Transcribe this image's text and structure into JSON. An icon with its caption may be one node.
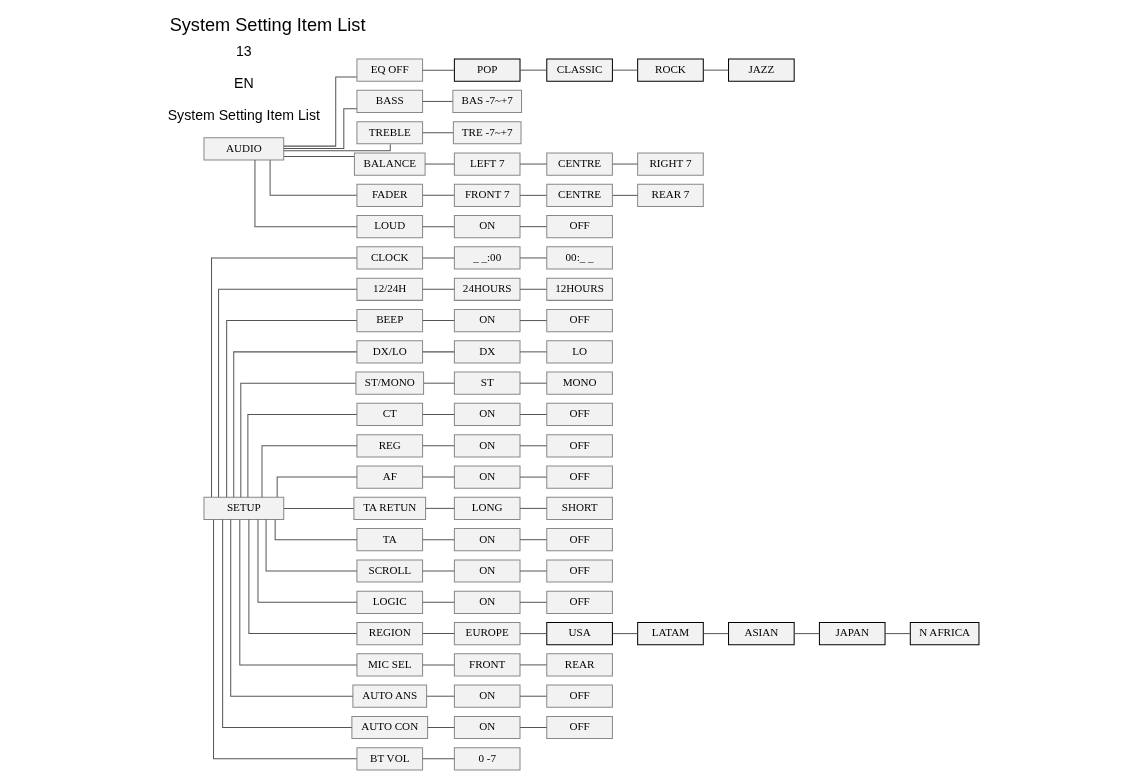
{
  "diagram": {
    "title": "System Setting Item List",
    "nodes": [
      {
        "text": [
          "SETUP"
        ]
      },
      {
        "text": [
          "CLOCK"
        ]
      },
      {
        "text": [
          "_ _:00"
        ]
      },
      {
        "text": [
          "00:_ _"
        ]
      },
      {
        "text": [
          "12/24H"
        ]
      },
      {
        "text": [
          "24HOURS"
        ]
      },
      {
        "text": [
          "12HOURS"
        ]
      },
      {
        "text": [
          "BEEP"
        ]
      },
      {
        "text": [
          "ON"
        ]
      },
      {
        "text": [
          "OFF"
        ]
      },
      {
        "text": [
          "DX/LO"
        ]
      },
      {
        "text": [
          "DX"
        ]
      },
      {
        "text": [
          "LO"
        ]
      },
      {
        "text": [
          "ST/MONO"
        ]
      },
      {
        "text": [
          "ST"
        ]
      },
      {
        "text": [
          "MONO"
        ]
      },
      {
        "text": [
          "CT"
        ]
      },
      {
        "text": [
          "ON"
        ]
      },
      {
        "text": [
          "OFF"
        ]
      },
      {
        "text": [
          "REG"
        ]
      },
      {
        "text": [
          "ON"
        ]
      },
      {
        "text": [
          "OFF"
        ]
      },
      {
        "text": [
          "AF"
        ]
      },
      {
        "text": [
          "ON"
        ]
      },
      {
        "text": [
          "OFF"
        ]
      },
      {
        "text": [
          "TA RETUN"
        ]
      },
      {
        "text": [
          "LONG"
        ]
      },
      {
        "text": [
          "SHORT"
        ]
      },
      {
        "text": [
          "TA"
        ]
      },
      {
        "text": [
          "ON"
        ]
      },
      {
        "text": [
          "OFF"
        ]
      },
      {
        "text": [
          "SCROLL"
        ]
      },
      {
        "text": [
          "ON"
        ]
      },
      {
        "text": [
          "OFF"
        ]
      },
      {
        "text": [
          "LOGIC"
        ]
      },
      {
        "text": [
          "ON"
        ]
      },
      {
        "text": [
          "OFF"
        ]
      },
      {
        "text": [
          "REGION"
        ]
      },
      {
        "text": [
          "EUROPE"
        ]
      },
      {
        "text": [
          "USA"
        ]
      },
      {
        "text": [
          "LATAM"
        ]
      },
      {
        "text": [
          "ASIAN"
        ]
      },
      {
        "text": [
          "JAPAN"
        ]
      },
      {
        "text": [
          "N AFRICA"
        ]
      },
      {
        "text": [
          "MIC SEL"
        ]
      },
      {
        "text": [
          "FRONT"
        ]
      },
      {
        "text": [
          "REAR"
        ]
      },
      {
        "text": [
          "AUTO ANS"
        ]
      },
      {
        "text": [
          "ON"
        ]
      },
      {
        "text": [
          "OFF"
        ]
      },
      {
        "text": [
          "AUTO CON"
        ]
      },
      {
        "text": [
          "ON"
        ]
      },
      {
        "text": [
          "OFF"
        ]
      },
      {
        "text": [
          "BT VOL"
        ]
      },
      {
        "text": [
          "0 -7"
        ]
      },
      {
        "text": [
          "AUDIO"
        ]
      },
      {
        "text": [
          "EQ OFF"
        ]
      },
      {
        "text": [
          "POP"
        ]
      },
      {
        "text": [
          "CLASSIC"
        ]
      },
      {
        "text": [
          "ROCK"
        ]
      },
      {
        "text": [
          "JAZZ"
        ]
      },
      {
        "text": [
          "BASS"
        ]
      },
      {
        "text": [
          "BAS -7~+7"
        ]
      },
      {
        "text": [
          "TREBLE"
        ]
      },
      {
        "text": [
          "TRE -7~+7"
        ]
      },
      {
        "text": [
          "BALANCE"
        ]
      },
      {
        "text": [
          "LEFT 7"
        ]
      },
      {
        "text": [
          "CENTRE"
        ]
      },
      {
        "text": [
          "RIGHT 7"
        ]
      },
      {
        "text": [
          "FADER"
        ]
      },
      {
        "text": [
          "FRONT 7"
        ]
      },
      {
        "text": [
          "CENTRE"
        ]
      },
      {
        "text": [
          "REAR 7"
        ]
      },
      {
        "text": [
          "LOUD"
        ]
      },
      {
        "text": [
          "ON"
        ]
      },
      {
        "text": [
          "OFF"
        ]
      }
    ],
    "edges": [
      {
        "from": 0,
        "to": 1,
        "arrow": "none"
      },
      {
        "from": 1,
        "to": 2,
        "arrow": "none"
      },
      {
        "from": 2,
        "to": 3,
        "arrow": "none"
      },
      {
        "from": 0,
        "to": 4,
        "arrow": "none"
      },
      {
        "from": 4,
        "to": 5,
        "arrow": "none"
      },
      {
        "from": 5,
        "to": 6,
        "arrow": "none"
      },
      {
        "from": 0,
        "to": 7,
        "arrow": "none"
      },
      {
        "from": 7,
        "to": 8,
        "arrow": "none"
      },
      {
        "from": 8,
        "to": 9,
        "arrow": "none"
      },
      {
        "from": 0,
        "to": 10,
        "arrow": "none"
      },
      {
        "from": 10,
        "to": 11,
        "arrow": "none"
      },
      {
        "from": 11,
        "to": 12,
        "arrow": "none"
      },
      {
        "from": 0,
        "to": 13,
        "arrow": "none"
      },
      {
        "from": 13,
        "to": 14,
        "arrow": "none"
      },
      {
        "from": 14,
        "to": 15,
        "arrow": "none"
      },
      {
        "from": 0,
        "to": 16,
        "arrow": "none"
      },
      {
        "from": 16,
        "to": 17,
        "arrow": "none"
      },
      {
        "from": 17,
        "to": 18,
        "arrow": "none"
      },
      {
        "from": 0,
        "to": 19,
        "arrow": "none"
      },
      {
        "from": 19,
        "to": 20,
        "arrow": "none"
      },
      {
        "from": 20,
        "to": 21,
        "arrow": "none"
      },
      {
        "from": 0,
        "to": 22,
        "arrow": "none"
      },
      {
        "from": 22,
        "to": 23,
        "arrow": "none"
      },
      {
        "from": 23,
        "to": 24,
        "arrow": "none"
      },
      {
        "from": 0,
        "to": 25,
        "arrow": "none"
      },
      {
        "from": 25,
        "to": 26,
        "arrow": "none"
      },
      {
        "from": 26,
        "to": 27,
        "arrow": "none"
      },
      {
        "from": 0,
        "to": 28,
        "arrow": "none"
      },
      {
        "from": 28,
        "to": 29,
        "arrow": "none"
      },
      {
        "from": 29,
        "to": 30,
        "arrow": "none"
      },
      {
        "from": 0,
        "to": 31,
        "arrow": "none"
      },
      {
        "from": 31,
        "to": 32,
        "arrow": "none"
      },
      {
        "from": 32,
        "to": 33,
        "arrow": "none"
      },
      {
        "from": 0,
        "to": 34,
        "arrow": "none"
      },
      {
        "from": 34,
        "to": 35,
        "arrow": "none"
      },
      {
        "from": 35,
        "to": 36,
        "arrow": "none"
      },
      {
        "from": 0,
        "to": 37,
        "arrow": "none"
      },
      {
        "from": 37,
        "to": 38,
        "arrow": "none"
      },
      {
        "from": 38,
        "to": 39,
        "arrow": "none"
      },
      {
        "from": 39,
        "to": 40,
        "arrow": "none"
      },
      {
        "from": 40,
        "to": 41,
        "arrow": "none"
      },
      {
        "from": 41,
        "to": 42,
        "arrow": "none"
      },
      {
        "from": 42,
        "to": 43,
        "arrow": "none"
      },
      {
        "from": 0,
        "to": 44,
        "arrow": "none"
      },
      {
        "from": 44,
        "to": 45,
        "arrow": "none"
      },
      {
        "from": 45,
        "to": 46,
        "arrow": "none"
      },
      {
        "from": 0,
        "to": 47,
        "arrow": "none"
      },
      {
        "from": 47,
        "to": 48,
        "arrow": "none"
      },
      {
        "from": 48,
        "to": 49,
        "arrow": "none"
      },
      {
        "from": 0,
        "to": 50,
        "arrow": "none"
      },
      {
        "from": 50,
        "to": 51,
        "arrow": "none"
      },
      {
        "from": 51,
        "to": 52,
        "arrow": "none"
      },
      {
        "from": 0,
        "to": 53,
        "arrow": "none"
      },
      {
        "from": 53,
        "to": 54,
        "arrow": "none"
      },
      {
        "from": 55,
        "to": 56,
        "arrow": "none"
      },
      {
        "from": 56,
        "to": 57,
        "arrow": "none"
      },
      {
        "from": 57,
        "to": 58,
        "arrow": "none"
      },
      {
        "from": 58,
        "to": 59,
        "arrow": "none"
      },
      {
        "from": 59,
        "to": 60,
        "arrow": "none"
      },
      {
        "from": 55,
        "to": 61,
        "arrow": "none"
      },
      {
        "from": 61,
        "to": 62,
        "arrow": "none"
      },
      {
        "from": 55,
        "to": 63,
        "arrow": "none"
      },
      {
        "from": 63,
        "to": 64,
        "arrow": "none"
      },
      {
        "from": 55,
        "to": 65,
        "arrow": "none"
      },
      {
        "from": 65,
        "to": 66,
        "arrow": "none"
      },
      {
        "from": 66,
        "to": 67,
        "arrow": "none"
      },
      {
        "from": 67,
        "to": 68,
        "arrow": "none"
      },
      {
        "from": 55,
        "to": 69,
        "arrow": "none"
      },
      {
        "from": 69,
        "to": 70,
        "arrow": "none"
      },
      {
        "from": 70,
        "to": 71,
        "arrow": "none"
      },
      {
        "from": 71,
        "to": 72,
        "arrow": "none"
      },
      {
        "from": 55,
        "to": 73,
        "arrow": "none"
      },
      {
        "from": 73,
        "to": 74,
        "arrow": "none"
      },
      {
        "from": 74,
        "to": 75,
        "arrow": "none"
      }
    ],
    "labels": [
      "System Setting Item List",
      "EN",
      "13"
    ]
  }
}
